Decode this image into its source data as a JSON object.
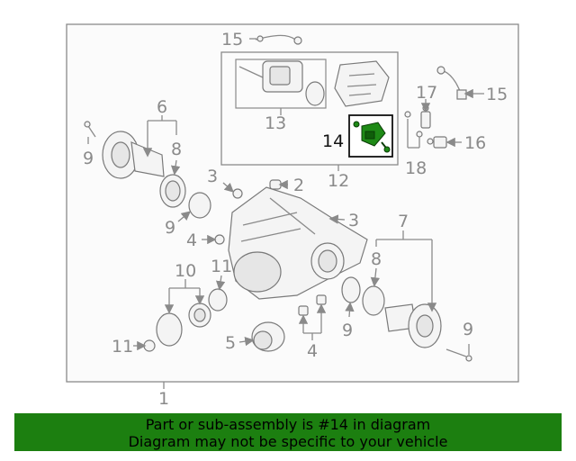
{
  "labels": {
    "l1": "1",
    "l2": "2",
    "l3a": "3",
    "l3b": "3",
    "l4a": "4",
    "l4b": "4",
    "l5": "5",
    "l6": "6",
    "l7": "7",
    "l8a": "8",
    "l8b": "8",
    "l9a": "9",
    "l9b": "9",
    "l9c": "9",
    "l9d": "9",
    "l10": "10",
    "l11a": "11",
    "l11b": "11",
    "l12": "12",
    "l13": "13",
    "l14": "14",
    "l15a": "15",
    "l15b": "15",
    "l16": "16",
    "l17": "17",
    "l18": "18"
  },
  "footer": {
    "line1": "Part or sub-assembly is #14 in diagram",
    "line2": "Diagram may not be specific to your vehicle"
  },
  "colors": {
    "highlight_part": "#1e8a16",
    "footer_bg": "#1c7f10",
    "label_gray": "#8a8a8a"
  }
}
